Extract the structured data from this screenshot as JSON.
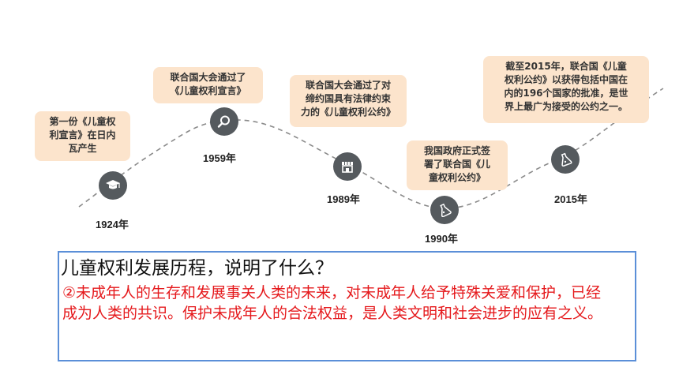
{
  "timeline": [
    {
      "year": "1924年",
      "note": "第一份《儿童权\n利宣言》在日内\n瓦产生",
      "icon": "graduation-cap-icon"
    },
    {
      "year": "1959年",
      "note": "联合国大会通过了\n《儿童权利宣言》",
      "icon": "search-icon"
    },
    {
      "year": "1989年",
      "note": "联合国大会通过了对\n缔约国具有法律约束\n力的《儿童权利公约》",
      "icon": "storefront-icon"
    },
    {
      "year": "1990年",
      "note": "我国政府正式签\n署了联合国《儿\n童权利公约》",
      "icon": "flask-icon"
    },
    {
      "year": "2015年",
      "note": "截至2015年，联合国《儿童\n权利公约》以获得包括中国在\n内的196个国家的批准，是世\n界上最广为接受的公约之一。",
      "icon": "lab-flask-icon"
    }
  ],
  "question": {
    "title": "儿童权利发展历程，说明了什么？",
    "answer": "②未成年人的生存和发展事关人类的未来，对未成年人给予特殊关爱和保护，已经成为人类的共识。保护未成年人的合法权益，是人类文明和社会进步的应有之义。"
  },
  "colors": {
    "note_bg": "#fce4cc",
    "node": "#555a5e",
    "answer_text": "#e5191c",
    "box_border": "#5b8fd8"
  }
}
